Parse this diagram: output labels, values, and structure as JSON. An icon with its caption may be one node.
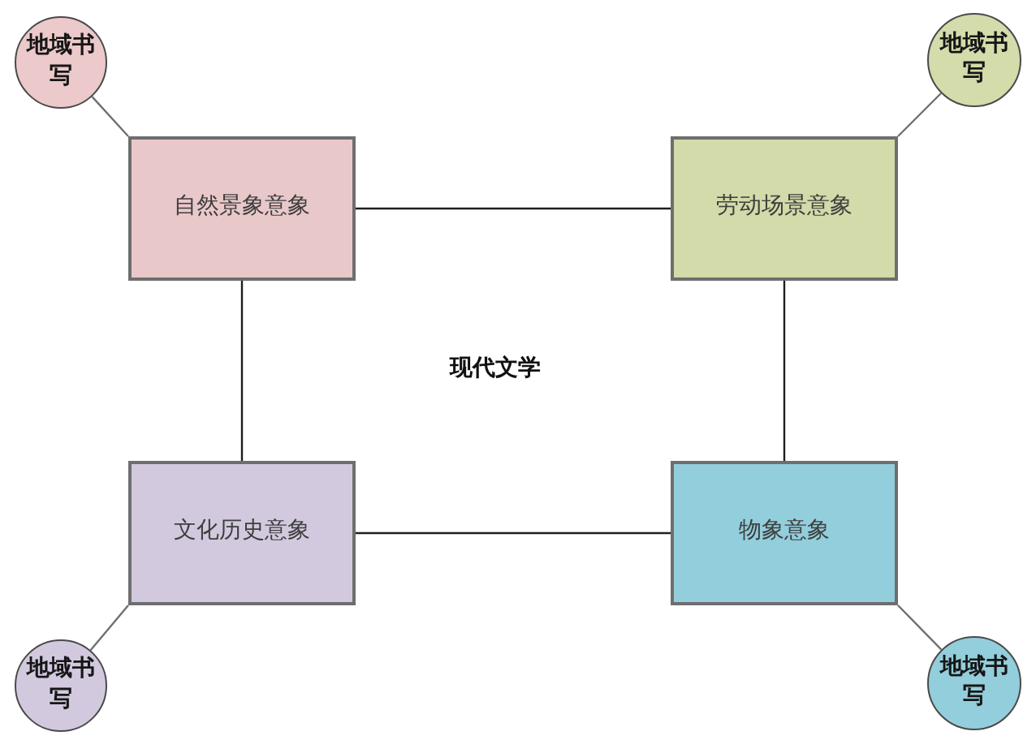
{
  "diagram": {
    "nodes": [
      {
        "text": [
          "地域书写"
        ]
      },
      {
        "text": [
          "地域书写"
        ]
      },
      {
        "text": [
          "自然景象意象"
        ]
      },
      {
        "text": [
          "劳动场景意象"
        ]
      },
      {
        "text": [
          "文化历史意象"
        ]
      },
      {
        "text": [
          "物象意象"
        ]
      },
      {
        "text": [
          "地域书写"
        ]
      },
      {
        "text": [
          "地域书写"
        ]
      }
    ],
    "edges": [
      {
        "from": 0,
        "to": 2,
        "arrow": "none",
        "color": "#707070"
      },
      {
        "from": 1,
        "to": 3,
        "arrow": "none",
        "color": "#707070"
      },
      {
        "from": 2,
        "to": 3,
        "arrow": "none"
      },
      {
        "from": 2,
        "to": 4,
        "arrow": "none"
      },
      {
        "from": 3,
        "to": 5,
        "arrow": "none"
      },
      {
        "from": 4,
        "to": 5,
        "arrow": "none"
      },
      {
        "from": 6,
        "to": 4,
        "arrow": "none",
        "color": "#707070"
      },
      {
        "from": 7,
        "to": 5,
        "arrow": "none",
        "color": "#707070"
      }
    ],
    "labels": [
      "现代文学"
    ]
  }
}
